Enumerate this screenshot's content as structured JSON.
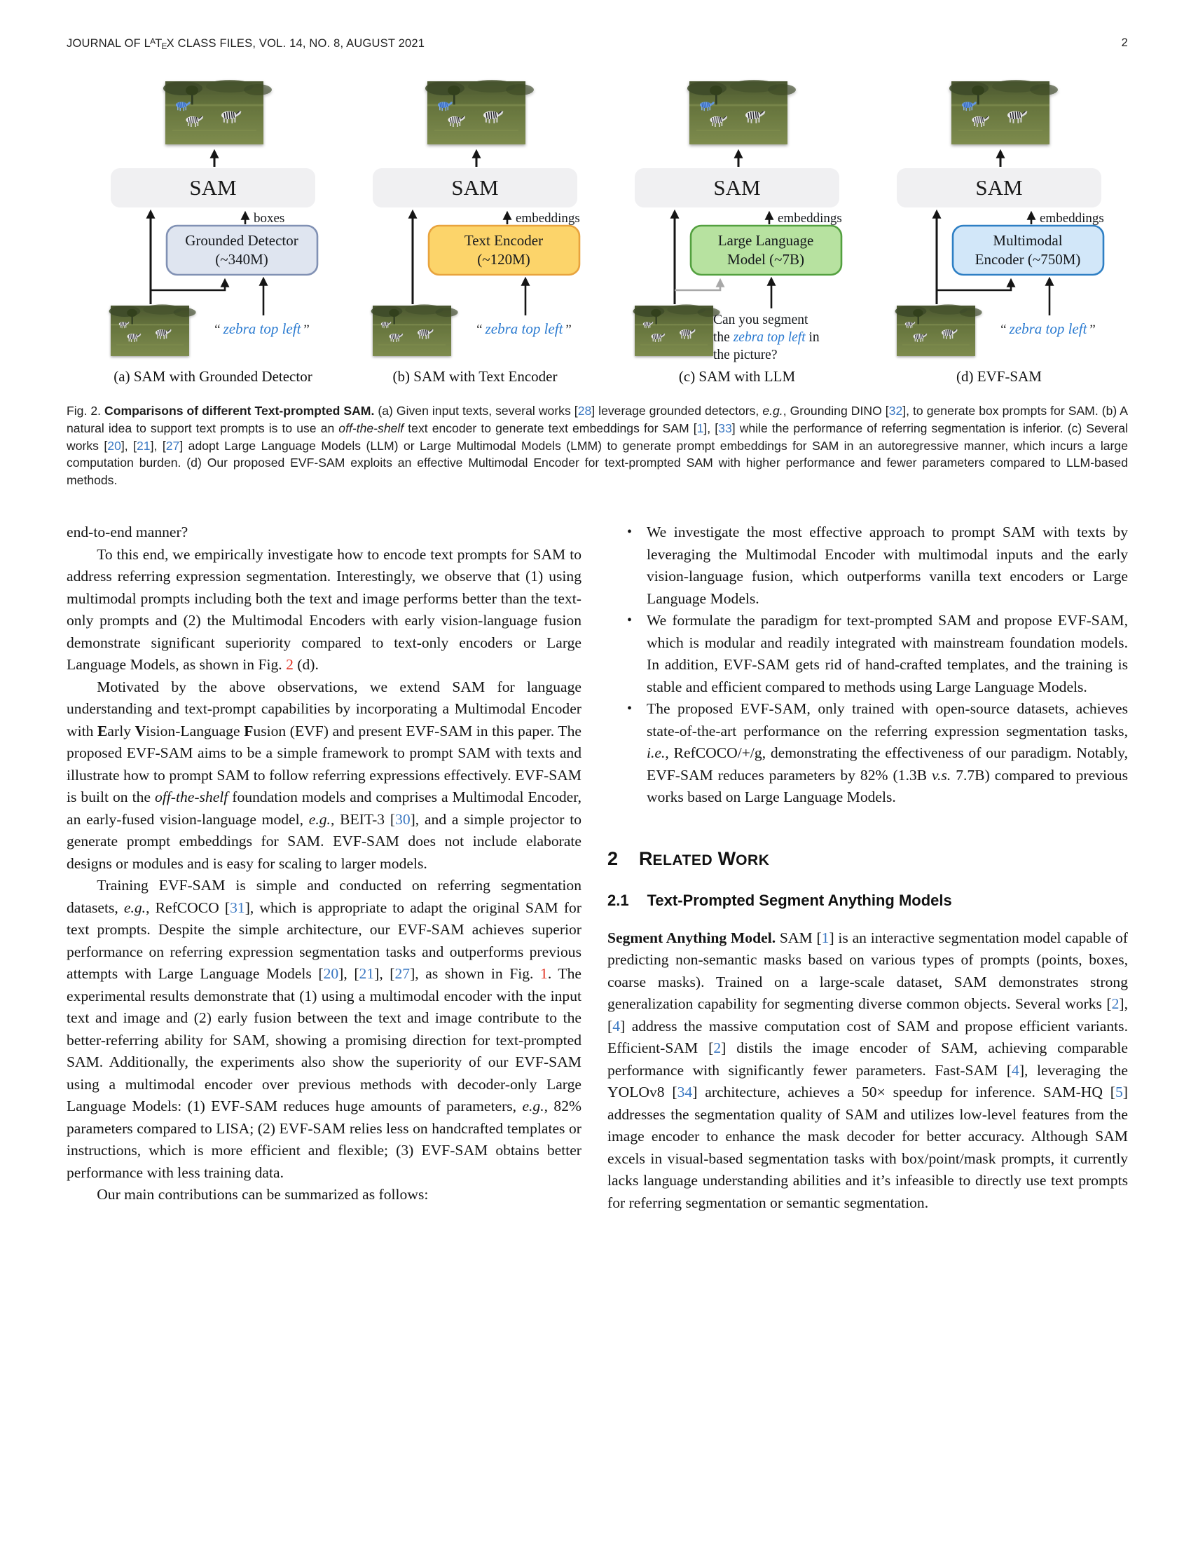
{
  "colors": {
    "citation_blue": "#3b78c2",
    "figref_red": "#e13021",
    "prompt_blue": "#2a7ad0",
    "sam_box_gray": "#f0f0f2"
  },
  "header": {
    "journal_prefix": "JOURNAL OF L",
    "latex_a": "A",
    "latex_t": "T",
    "latex_e": "E",
    "journal_suffix": "X CLASS FILES, VOL. 14, NO. 8, AUGUST 2021",
    "page_number": "2"
  },
  "figure": {
    "panels": [
      {
        "sam_label": "SAM",
        "flow_label": "boxes",
        "box_line1": "Grounded Detector",
        "box_line2": "(~340M)",
        "quote_open": "“",
        "prompt_text": "zebra top left",
        "quote_close": "”",
        "caption": "(a) SAM with Grounded Detector",
        "box_fill": "#dfe5f0",
        "box_border": "#8191b4"
      },
      {
        "sam_label": "SAM",
        "flow_label": "embeddings",
        "box_line1": "Text Encoder",
        "box_line2": "(~120M)",
        "quote_open": "“",
        "prompt_text": "zebra top left",
        "quote_close": "”",
        "caption": "(b) SAM with Text Encoder",
        "box_fill": "#fcd46a",
        "box_border": "#e8a33d"
      },
      {
        "sam_label": "SAM",
        "flow_label": "embeddings",
        "box_line1": "Large Language",
        "box_line2": "Model (~7B)",
        "question_line1": "Can you segment",
        "question_line2a": "the ",
        "question_line2b": "zebra top left",
        "question_line2c": " in",
        "question_line3": "the picture?",
        "caption": "(c) SAM with LLM",
        "box_fill": "#b7e2a0",
        "box_border": "#53a03f"
      },
      {
        "sam_label": "SAM",
        "flow_label": "embeddings",
        "box_line1": "Multimodal",
        "box_line2": "Encoder (~750M)",
        "quote_open": "“",
        "prompt_text": "zebra top left",
        "quote_close": "”",
        "caption": "(d) EVF-SAM",
        "box_fill": "#d2e7f9",
        "box_border": "#2e7fc4"
      }
    ]
  },
  "figure_caption": [
    {
      "t": "Fig. 2. "
    },
    {
      "t": "Comparisons of different Text-prompted SAM.",
      "s": "b"
    },
    {
      "t": " (a) Given input texts, several works ["
    },
    {
      "t": "28",
      "s": "cite"
    },
    {
      "t": "] leverage grounded detectors, "
    },
    {
      "t": "e.g.",
      "s": "i"
    },
    {
      "t": ", Grounding DINO ["
    },
    {
      "t": "32",
      "s": "cite"
    },
    {
      "t": "], to generate box prompts for SAM. (b) A natural idea to support text prompts is to use an "
    },
    {
      "t": "off-the-shelf",
      "s": "i"
    },
    {
      "t": " text encoder to generate text embeddings for SAM ["
    },
    {
      "t": "1",
      "s": "cite"
    },
    {
      "t": "], ["
    },
    {
      "t": "33",
      "s": "cite"
    },
    {
      "t": "] while the performance of referring segmentation is inferior. (c) Several works ["
    },
    {
      "t": "20",
      "s": "cite"
    },
    {
      "t": "], ["
    },
    {
      "t": "21",
      "s": "cite"
    },
    {
      "t": "], ["
    },
    {
      "t": "27",
      "s": "cite"
    },
    {
      "t": "] adopt Large Language Models (LLM) or Large Multimodal Models (LMM) to generate prompt embeddings for SAM in an autoregressive manner, which incurs a large computation burden. (d) Our proposed EVF-SAM exploits an effective Multimodal Encoder for text-prompted SAM with higher performance and fewer parameters compared to LLM-based methods."
    }
  ],
  "left_column": {
    "p1": [
      {
        "t": "end-to-end manner?"
      }
    ],
    "p2": [
      {
        "t": "To this end, we empirically investigate how to encode text prompts for SAM to address referring expression segmentation. Interestingly, we observe that (1) using multimodal prompts including both the text and image performs better than the text-only prompts and (2) the Multimodal Encoders with early vision-language fusion demonstrate significant superiority compared to text-only encoders or Large Language Models, as shown in Fig. "
      },
      {
        "t": "2",
        "s": "figref"
      },
      {
        "t": " (d)."
      }
    ],
    "p3": [
      {
        "t": "Motivated by the above observations, we extend SAM for language understanding and text-prompt capabilities by incorporating a Multimodal Encoder with "
      },
      {
        "t": "E",
        "s": "b"
      },
      {
        "t": "arly "
      },
      {
        "t": "V",
        "s": "b"
      },
      {
        "t": "ision-Language "
      },
      {
        "t": "F",
        "s": "b"
      },
      {
        "t": "usion (EVF) and present EVF-SAM in this paper. The proposed EVF-SAM aims to be a simple framework to prompt SAM with texts and illustrate how to prompt SAM to follow referring expressions effectively. EVF-SAM is built on the "
      },
      {
        "t": "off-the-shelf",
        "s": "i"
      },
      {
        "t": " foundation models and comprises a Multimodal Encoder, an early-fused vision-language model, "
      },
      {
        "t": "e.g.",
        "s": "i"
      },
      {
        "t": ", BEIT-3 ["
      },
      {
        "t": "30",
        "s": "cite"
      },
      {
        "t": "], and a simple projector to generate prompt embeddings for SAM. EVF-SAM does not include elaborate designs or modules and is easy for scaling to larger models."
      }
    ],
    "p4": [
      {
        "t": "Training EVF-SAM is simple and conducted on referring segmentation datasets, "
      },
      {
        "t": "e.g.",
        "s": "i"
      },
      {
        "t": ", RefCOCO ["
      },
      {
        "t": "31",
        "s": "cite"
      },
      {
        "t": "], which is appropriate to adapt the original SAM for text prompts. Despite the simple architecture, our EVF-SAM achieves superior performance on referring expression segmentation tasks and outperforms previous attempts with Large Language Models ["
      },
      {
        "t": "20",
        "s": "cite"
      },
      {
        "t": "], ["
      },
      {
        "t": "21",
        "s": "cite"
      },
      {
        "t": "], ["
      },
      {
        "t": "27",
        "s": "cite"
      },
      {
        "t": "], as shown in Fig. "
      },
      {
        "t": "1",
        "s": "figref"
      },
      {
        "t": ". The experimental results demonstrate that (1) using a multimodal encoder with the input text and image and (2) early fusion between the text and image contribute to the better-referring ability for SAM, showing a promising direction for text-prompted SAM. Additionally, the experiments also show the superiority of our EVF-SAM using a multimodal encoder over previous methods with decoder-only Large Language Models: (1) EVF-SAM reduces huge amounts of parameters, "
      },
      {
        "t": "e.g.",
        "s": "i"
      },
      {
        "t": ", 82% parameters compared to LISA; (2) EVF-SAM relies less on handcrafted templates or instructions, which is more efficient and flexible; (3) EVF-SAM obtains better performance with less training data."
      }
    ],
    "p5": [
      {
        "t": "Our main contributions can be summarized as follows:"
      }
    ]
  },
  "contributions": [
    [
      {
        "t": "We investigate the most effective approach to prompt SAM with texts by leveraging the Multimodal Encoder with multimodal inputs and the early vision-language fusion, which outperforms vanilla text encoders or Large Language Models."
      }
    ],
    [
      {
        "t": "We formulate the paradigm for text-prompted SAM and propose EVF-SAM, which is modular and readily integrated with mainstream foundation models. In addition, EVF-SAM gets rid of hand-crafted templates, and the training is stable and efficient compared to methods using Large Language Models."
      }
    ],
    [
      {
        "t": "The proposed EVF-SAM, only trained with open-source datasets, achieves state-of-the-art performance on the referring expression segmentation tasks, "
      },
      {
        "t": "i.e.",
        "s": "i"
      },
      {
        "t": ", RefCOCO/+/g, demonstrating the effectiveness of our paradigm. Notably, EVF-SAM reduces parameters by 82% (1.3B "
      },
      {
        "t": "v.s.",
        "s": "i"
      },
      {
        "t": " 7.7B) compared to previous works based on Large Language Models."
      }
    ]
  ],
  "related_work": {
    "number": "2",
    "title_parts": [
      {
        "t": "R"
      },
      {
        "t": "ELATED",
        "s": "sc"
      },
      {
        "t": " W"
      },
      {
        "t": "ORK",
        "s": "sc"
      }
    ],
    "subsection_number": "2.1",
    "subsection_title": "Text-Prompted Segment Anything Models",
    "paragraph": [
      {
        "t": "Segment Anything Model.",
        "s": "b"
      },
      {
        "t": " SAM ["
      },
      {
        "t": "1",
        "s": "cite"
      },
      {
        "t": "] is an interactive segmentation model capable of predicting non-semantic masks based on various types of prompts (points, boxes, coarse masks). Trained on a large-scale dataset, SAM demonstrates strong generalization capability for segmenting diverse common objects. Several works ["
      },
      {
        "t": "2",
        "s": "cite"
      },
      {
        "t": "], ["
      },
      {
        "t": "4",
        "s": "cite"
      },
      {
        "t": "] address the massive computation cost of SAM and propose efficient variants. Efficient-SAM ["
      },
      {
        "t": "2",
        "s": "cite"
      },
      {
        "t": "] distils the image encoder of SAM, achieving comparable performance with significantly fewer parameters. Fast-SAM ["
      },
      {
        "t": "4",
        "s": "cite"
      },
      {
        "t": "], leveraging the YOLOv8 ["
      },
      {
        "t": "34",
        "s": "cite"
      },
      {
        "t": "] architecture, achieves a 50× speedup for inference. SAM-HQ ["
      },
      {
        "t": "5",
        "s": "cite"
      },
      {
        "t": "] addresses the segmentation quality of SAM and utilizes low-level features from the image encoder to enhance the mask decoder for better accuracy. Although SAM excels in visual-based segmentation tasks with box/point/mask prompts, it currently lacks language understanding abilities and it’s infeasible to directly use text prompts for referring segmentation or semantic segmentation."
      }
    ]
  }
}
